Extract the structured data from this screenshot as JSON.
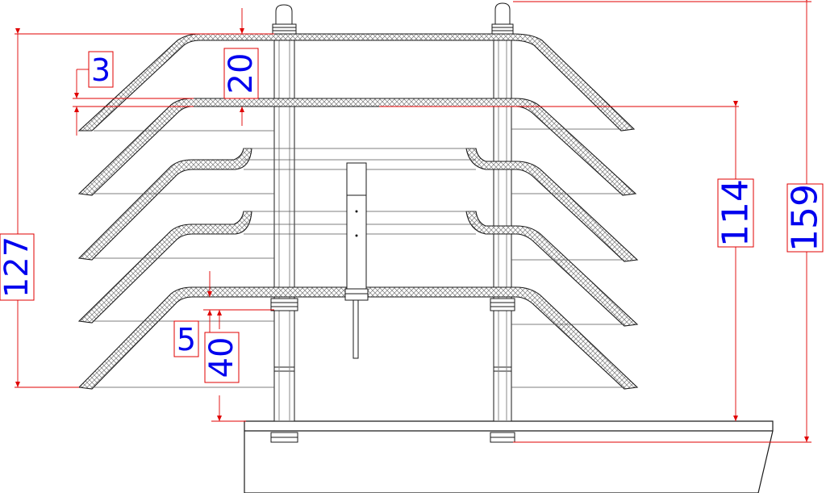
{
  "drawing": {
    "colors": {
      "background": "#ffffff",
      "outline": "#1a1a1a",
      "hatch": "#7a7a7a",
      "thin_line": "#555555",
      "dimension_line": "#e00000",
      "dimension_text": "#0000ee"
    },
    "dimensions": [
      {
        "id": "dim-3",
        "value": "3"
      },
      {
        "id": "dim-20",
        "value": "20"
      },
      {
        "id": "dim-127",
        "value": "127"
      },
      {
        "id": "dim-5",
        "value": "5"
      },
      {
        "id": "dim-40",
        "value": "40"
      },
      {
        "id": "dim-114",
        "value": "114"
      },
      {
        "id": "dim-159",
        "value": "159"
      }
    ]
  }
}
